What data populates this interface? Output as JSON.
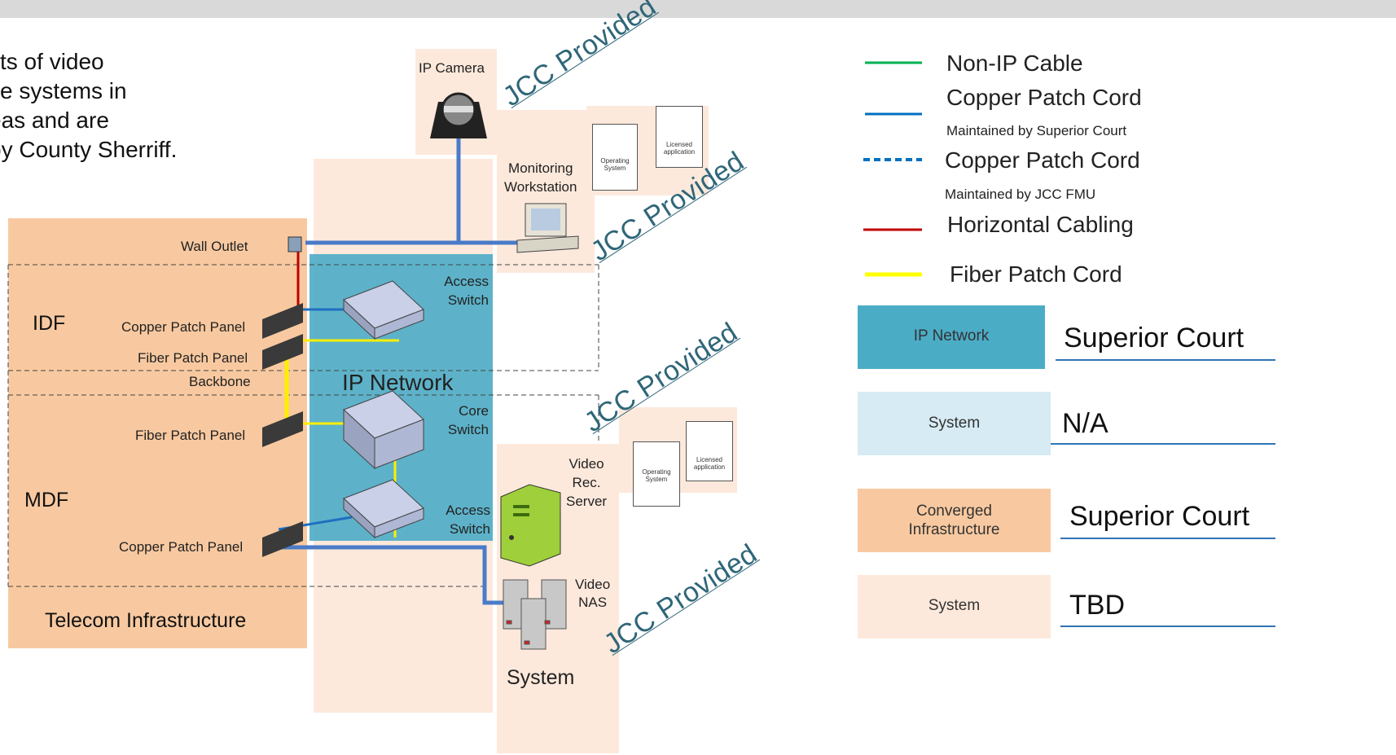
{
  "intro": {
    "lines": [
      "sts of video",
      "ce systems in",
      "eas and are",
      "by County Sherriff."
    ]
  },
  "diagram": {
    "labels": {
      "ip_camera": "IP Camera",
      "monitoring_workstation": "Monitoring\nWorkstation",
      "wall_outlet": "Wall Outlet",
      "access_switch_top": "Access\nSwitch",
      "idf": "IDF",
      "copper_patch_panel_idf": "Copper Patch Panel",
      "fiber_patch_panel_idf": "Fiber Patch Panel",
      "backbone": "Backbone",
      "ip_network": "IP Network",
      "core_switch": "Core\nSwitch",
      "fiber_patch_panel_mdf": "Fiber Patch Panel",
      "mdf": "MDF",
      "access_switch_bottom": "Access\nSwitch",
      "copper_patch_panel_mdf": "Copper Patch Panel",
      "telecom_infrastructure": "Telecom Infrastructure",
      "video_rec_server": "Video\nRec.\nServer",
      "video_nas": "Video\nNAS",
      "system": "System"
    },
    "docs": {
      "operating_system": "Operating\nSystem",
      "licensed_application": "Licensed\napplication"
    },
    "jcc_provided": "JCC Provided"
  },
  "legend": {
    "lines": [
      {
        "label": "Non-IP Cable",
        "color": "#00b050",
        "style": "solid",
        "note": ""
      },
      {
        "label": "Copper Patch Cord",
        "color": "#0070c0",
        "style": "solid",
        "note": "Maintained by Superior Court"
      },
      {
        "label": "Copper Patch Cord",
        "color": "#0070c0",
        "style": "dashed",
        "note": "Maintained by JCC FMU"
      },
      {
        "label": "Horizontal Cabling",
        "color": "#c00000",
        "style": "solid",
        "note": ""
      },
      {
        "label": "Fiber Patch Cord",
        "color": "#ffff00",
        "style": "solid",
        "note": ""
      }
    ],
    "boxes": [
      {
        "label": "IP Network",
        "value": "Superior Court",
        "color": "#4bacc6"
      },
      {
        "label": "System",
        "value": "N/A",
        "color": "#d6ebf3"
      },
      {
        "label": "Converged\nInfrastructure",
        "value": "Superior Court",
        "color": "#f8c9a0"
      },
      {
        "label": "System",
        "value": "TBD",
        "color": "#fde9dc"
      }
    ]
  }
}
